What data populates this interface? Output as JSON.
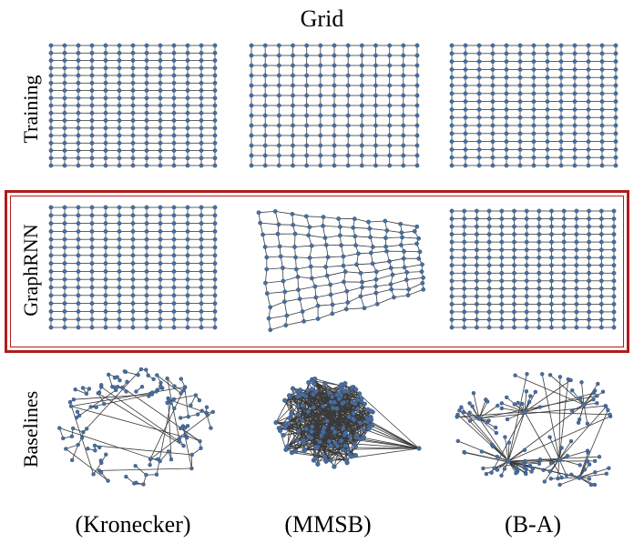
{
  "title": "Grid",
  "rows": [
    {
      "label": "Training"
    },
    {
      "label": "GraphRNN"
    },
    {
      "label": "Baselines"
    }
  ],
  "columns": [
    {
      "label": "(Kronecker)"
    },
    {
      "label": "(MMSB)"
    },
    {
      "label": "(B-A)"
    }
  ],
  "colors": {
    "node": "#4a6d9e",
    "edge": "#3a3a3a",
    "highlight_frame": "#b31b1b"
  }
}
